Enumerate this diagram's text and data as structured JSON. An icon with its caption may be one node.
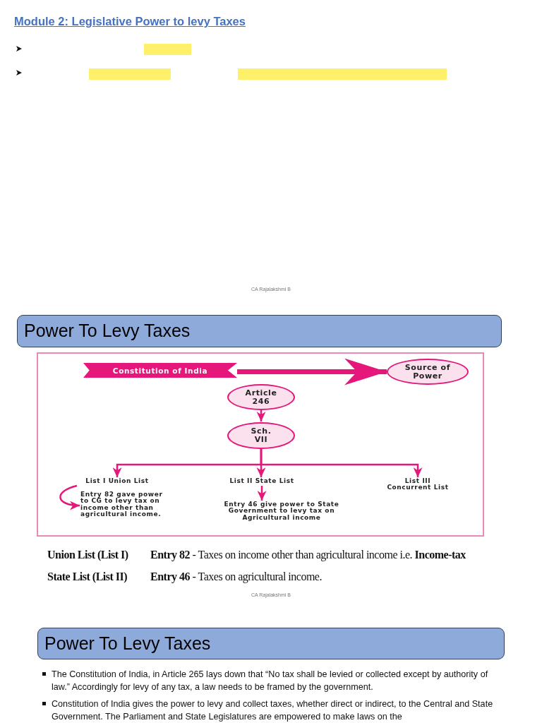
{
  "diagram": {
    "title": "Module 2: Legislative Power to levy Taxes",
    "nodes": [
      {
        "text": [
          "Power To Levy Taxes"
        ]
      },
      {
        "text": [
          "Constitution of India"
        ]
      },
      {
        "text": [
          "Source of Power"
        ]
      },
      {
        "text": [
          "Article 246"
        ]
      },
      {
        "text": [
          "Sch. VII"
        ]
      },
      {
        "text": [
          "List I Union List"
        ]
      },
      {
        "text": [
          "List II State List"
        ]
      },
      {
        "text": [
          "List III Concurrent List"
        ]
      },
      {
        "text": [
          "Entry 82 gave power to CG to levy tax on income other than agricultural income."
        ]
      },
      {
        "text": [
          "Entry 46 give power to State Government to levy tax on Agricultural income"
        ]
      },
      {
        "text": [
          "Power To Levy Taxes"
        ]
      }
    ],
    "edges": [
      {
        "from": 1,
        "to": 2,
        "arrow": "to",
        "style": "thick"
      },
      {
        "from": 3,
        "to": 4,
        "arrow": "to"
      },
      {
        "from": 4,
        "to": 5,
        "arrow": "to"
      },
      {
        "from": 4,
        "to": 6,
        "arrow": "to"
      },
      {
        "from": 4,
        "to": 7,
        "arrow": "to"
      },
      {
        "from": 5,
        "to": 8,
        "arrow": "to"
      },
      {
        "from": 6,
        "to": 9,
        "arrow": "to"
      }
    ],
    "labels": [
      "CA Rajalakshmi B",
      "Union List (List I)",
      "**Entry 82** - Taxes on income other than agricultural income i.e. **Income-tax**",
      "State List (List II)",
      "**Entry 46** - Taxes on agricultural income.",
      "CA Rajalakshmi B",
      "The Constitution of India, in Article 265 lays down that “No tax shall be levied or collected except by authority of law.” Accordingly for levy of any tax, a law needs to be framed by the government.",
      "Constitution of India gives the power to levy and collect taxes, whether direct or indirect, to the Central and State Government. The Parliament and State Legislatures are empowered to make laws on the"
    ]
  }
}
